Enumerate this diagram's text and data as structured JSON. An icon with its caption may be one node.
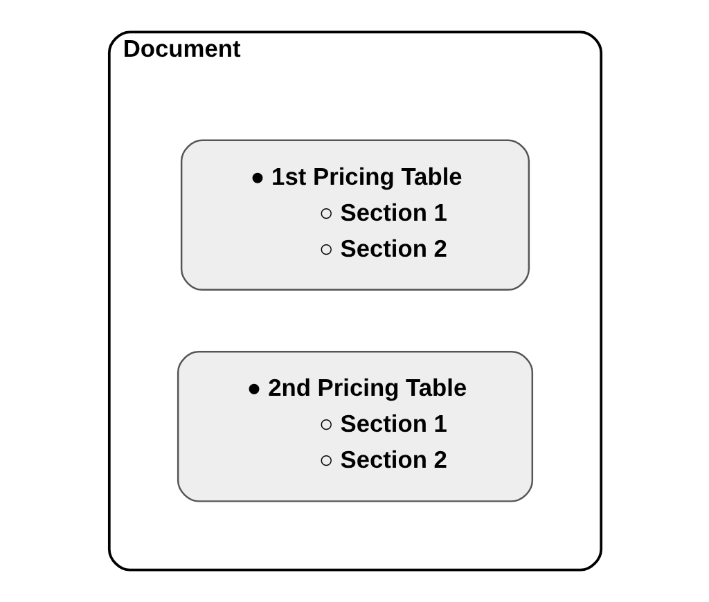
{
  "diagram": {
    "nodes": [
      {
        "text": [
          "Document"
        ]
      },
      {
        "text": [
          "● 1st Pricing Table",
          "○ Section 1",
          "○ Section 2"
        ],
        "in": 0
      },
      {
        "text": [
          "● 2nd Pricing Table",
          "○ Section 1",
          "○ Section 2"
        ],
        "in": 0
      }
    ],
    "edges": []
  }
}
